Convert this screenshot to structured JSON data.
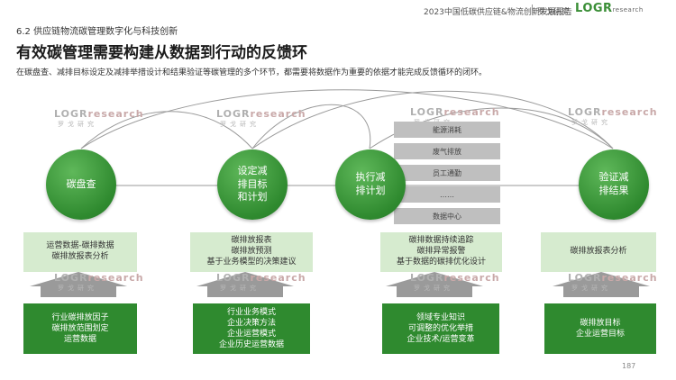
{
  "header": {
    "report_title": "2023中国低碳供应链&物流创新发展报告",
    "brand_cn": "罗戈研究",
    "logo_text": "LOGR",
    "logo_sub": "research"
  },
  "section_label": "6.2 供应链物流碳管理数字化与科技创新",
  "headline": "有效碳管理需要构建从数据到行动的反馈环",
  "subtitle": "在碳盘查、减排目标设定及减排举措设计和结果验证等碳管理的多个环节，都需要将数据作为重要的依据才能完成反馈循环的闭环。",
  "watermark": {
    "logo": "LOGR",
    "logo_sub": "research",
    "cn": "罗戈研究"
  },
  "circles": [
    {
      "label": "碳盘查"
    },
    {
      "label": "设定减\n排目标\n和计划"
    },
    {
      "label": "执行减\n排计划"
    },
    {
      "label": "验证减\n排结果"
    }
  ],
  "data_stack": [
    "能源消耗",
    "废气排放",
    "员工通勤",
    "……",
    "数据中心"
  ],
  "analysis_boxes": [
    {
      "text": "运营数据-碳排数据\n碳排放报表分析"
    },
    {
      "text": "碳排放报表\n碳排放预测\n基于业务模型的决策建议"
    },
    {
      "text": "碳排数据持续追踪\n碳排异常报警\n基于数据的碳排优化设计"
    },
    {
      "text": "碳排放报表分析"
    }
  ],
  "input_boxes": [
    {
      "text": "行业碳排放因子\n碳排放范围划定\n运营数据"
    },
    {
      "text": "行业业务模式\n企业决策方法\n企业运营模式\n企业历史运营数据"
    },
    {
      "text": "领域专业知识\n可调整的优化举措\n企业技术/运营变革"
    },
    {
      "text": "碳排放目标\n企业运营目标"
    }
  ],
  "page_number": "187",
  "colors": {
    "brand_green": "#2f8a2f",
    "light_green": "#d6ebcf",
    "gray_block": "#bfbfbf",
    "arrow_gray": "#9a9a9a"
  }
}
